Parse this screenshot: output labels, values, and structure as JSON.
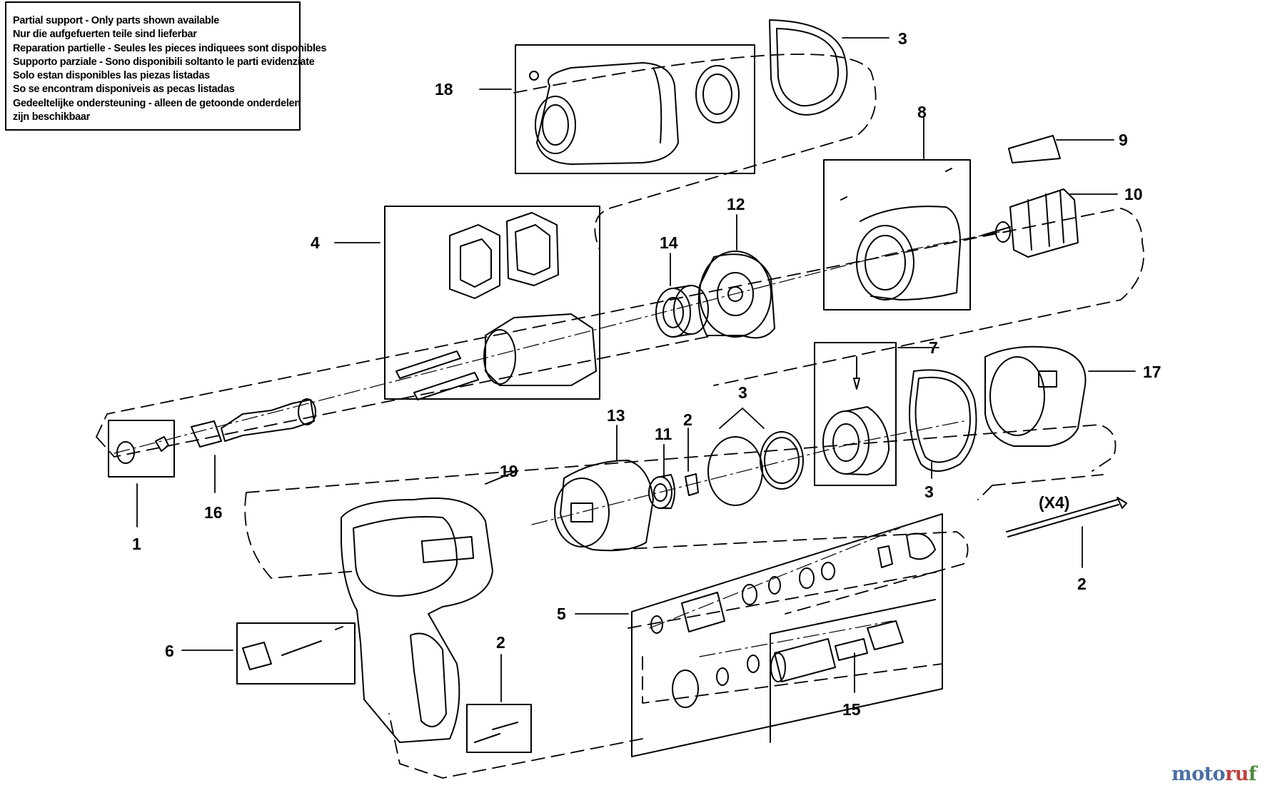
{
  "notice": {
    "lines": [
      "Partial support - Only parts shown available",
      "Nur die aufgefuerten teile sind lieferbar",
      "Reparation partielle - Seules les pieces indiquees sont disponibles",
      "Supporto parziale - Sono disponibili soltanto le parti evidenziate",
      "Solo estan disponibles las piezas listadas",
      "So se encontram disponiveis as pecas listadas",
      "Gedeeltelijke ondersteuning - alleen de getoonde onderdelen",
      "zijn beschikbaar"
    ]
  },
  "callouts": {
    "c1": "1",
    "c2a": "2",
    "c2b": "2",
    "c2c": "2",
    "c3a": "3",
    "c3b": "3",
    "c3c": "3",
    "c4": "4",
    "c5": "5",
    "c6": "6",
    "c7": "7",
    "c8": "8",
    "c9": "9",
    "c10": "10",
    "c11": "11",
    "c12": "12",
    "c13": "13",
    "c14": "14",
    "c15": "15",
    "c16": "16",
    "c17": "17",
    "c18": "18",
    "c19": "19",
    "x4": "(X4)"
  },
  "watermark": {
    "part1": "moto",
    "part2": "ru",
    "part3": "f"
  }
}
